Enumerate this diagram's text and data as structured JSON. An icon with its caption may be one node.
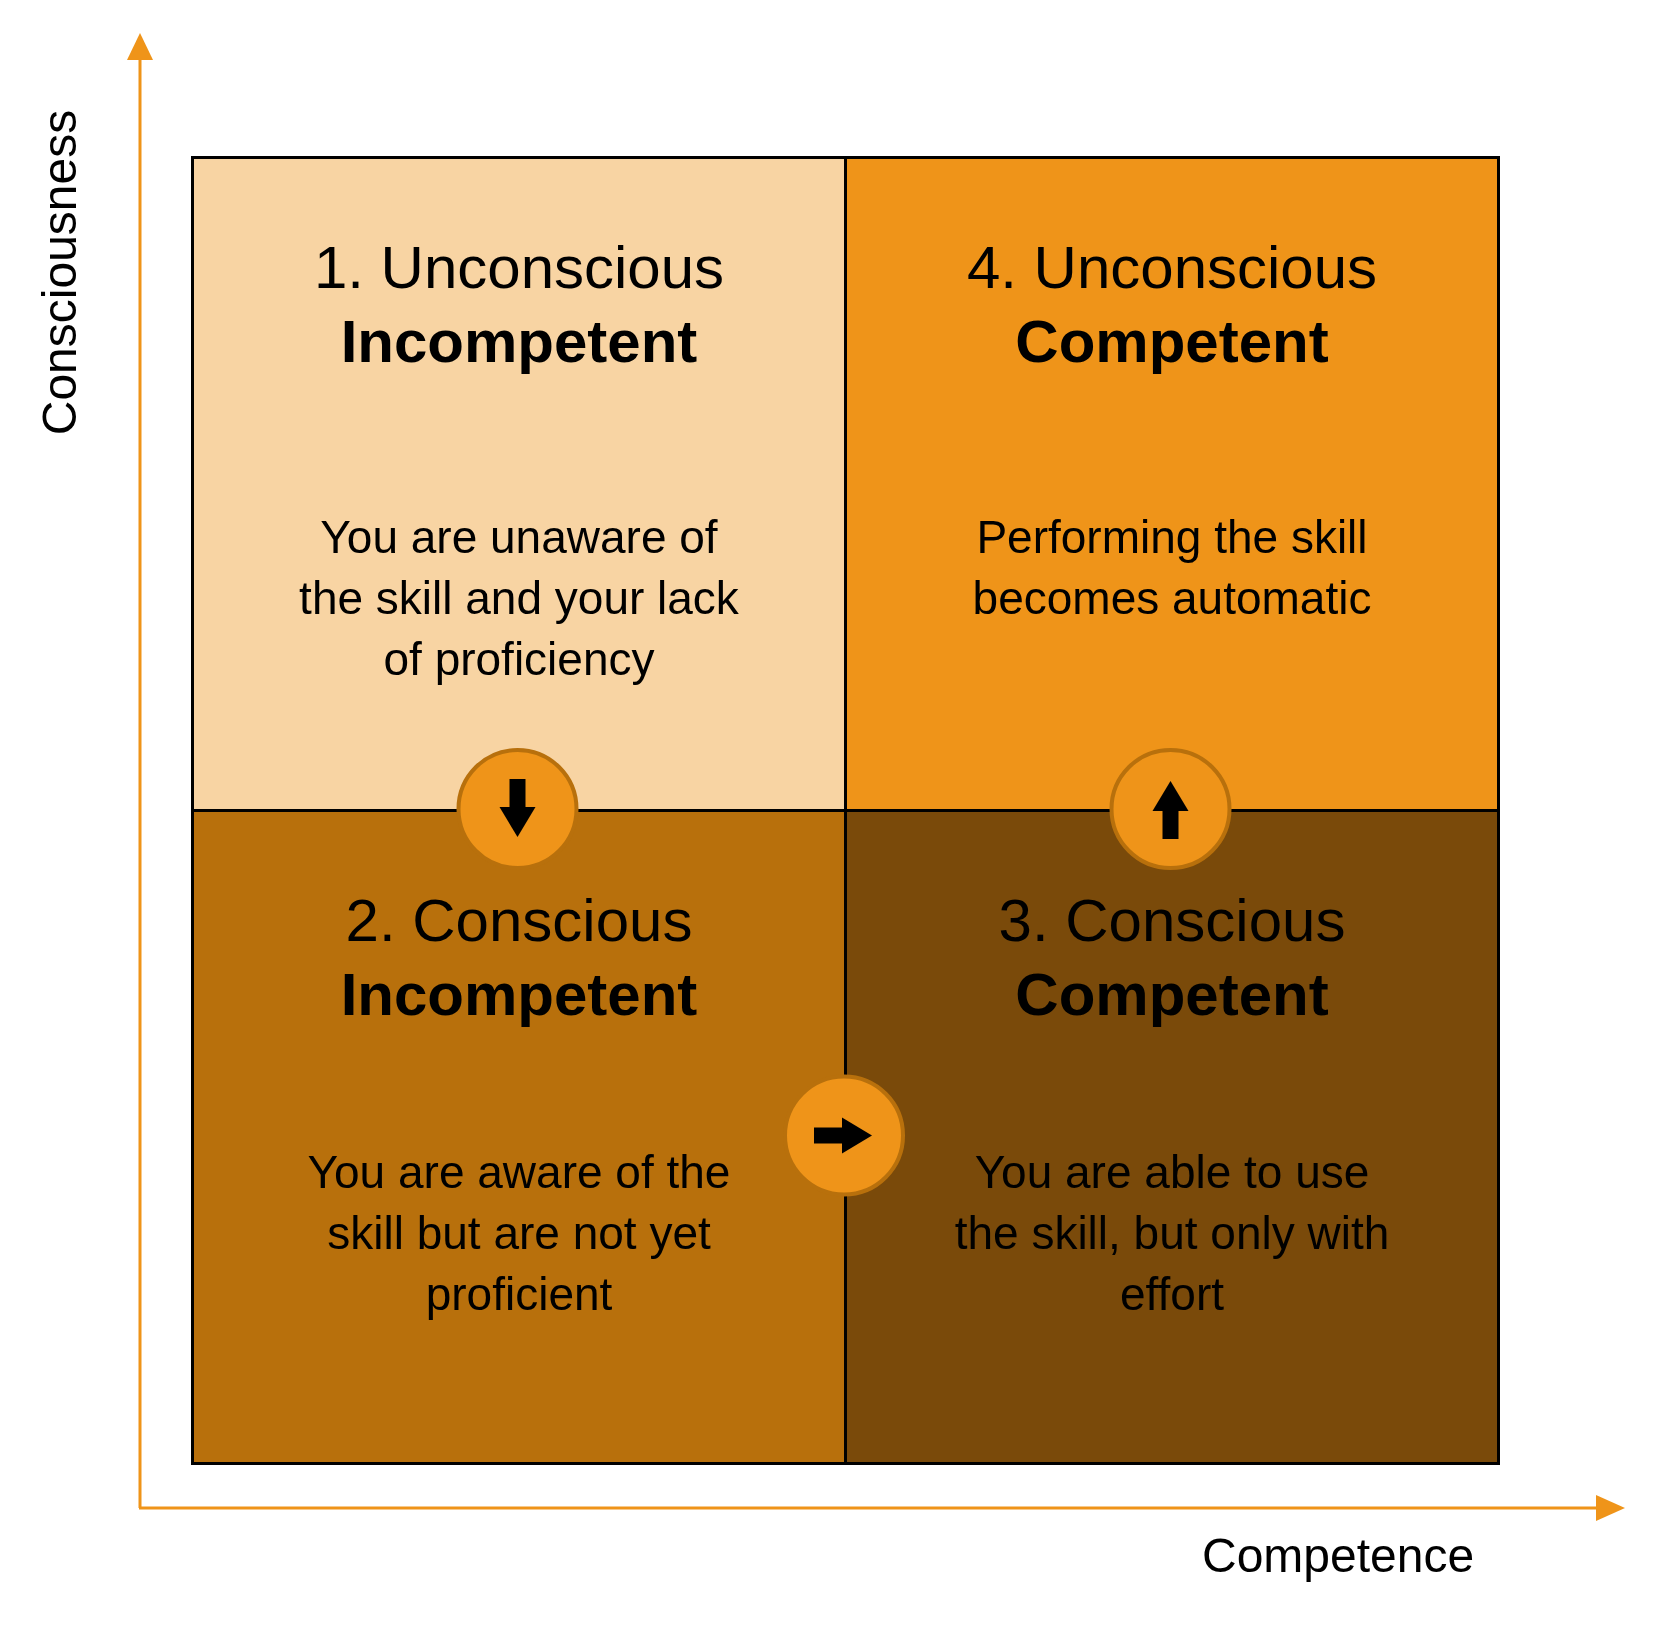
{
  "diagram": {
    "nodes": [
      {
        "text": [
          "1. Unconscious **Incompetent**",
          "You are unaware of the skill and your lack of proficiency"
        ]
      },
      {
        "text": [
          "4. Unconscious **Competent**",
          "Performing the skill becomes automatic"
        ]
      },
      {
        "text": [
          "2. Conscious **Incompetent**",
          "You are aware of the skill but are not yet proficient"
        ]
      },
      {
        "text": [
          "3. Conscious **Competent**",
          "You are able to use the skill, but only with effort"
        ]
      }
    ],
    "edges": [
      {
        "from": 0,
        "to": 2,
        "arrow": "to"
      },
      {
        "from": 2,
        "to": 3,
        "arrow": "to"
      },
      {
        "from": 3,
        "to": 1,
        "arrow": "to"
      }
    ],
    "labels": [
      "Consciousness",
      "Competence"
    ]
  }
}
